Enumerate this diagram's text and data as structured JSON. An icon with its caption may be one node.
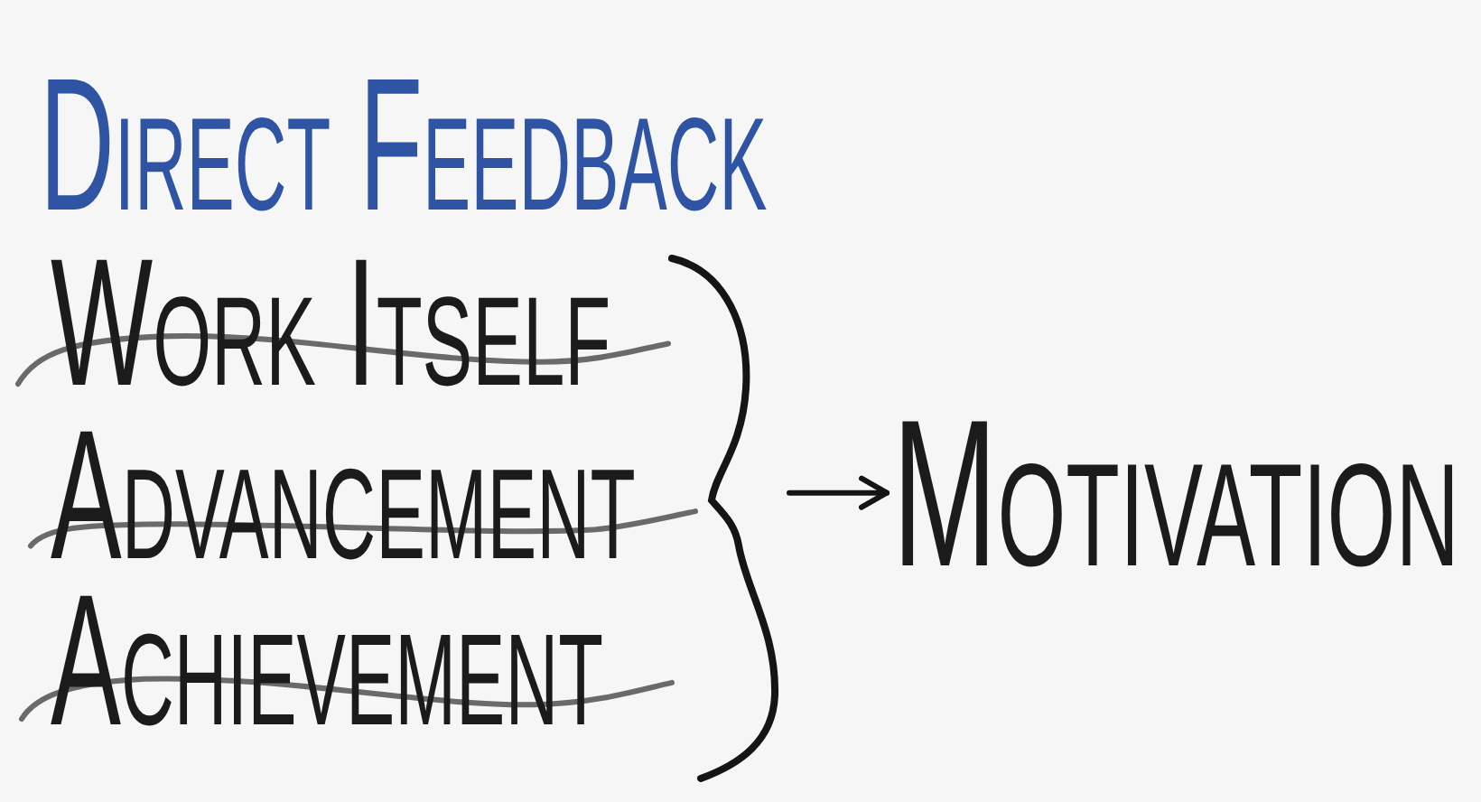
{
  "diagram": {
    "nodes": [
      {
        "text": [],
        "shape": "brace"
      },
      {
        "text": [
          "Motivation"
        ]
      }
    ],
    "edges": [
      {
        "from": 0,
        "to": 1,
        "arrow": "to"
      }
    ],
    "labels": [
      "Direct Feedback",
      "Work Itself",
      "Advancement",
      "Achievement"
    ]
  }
}
